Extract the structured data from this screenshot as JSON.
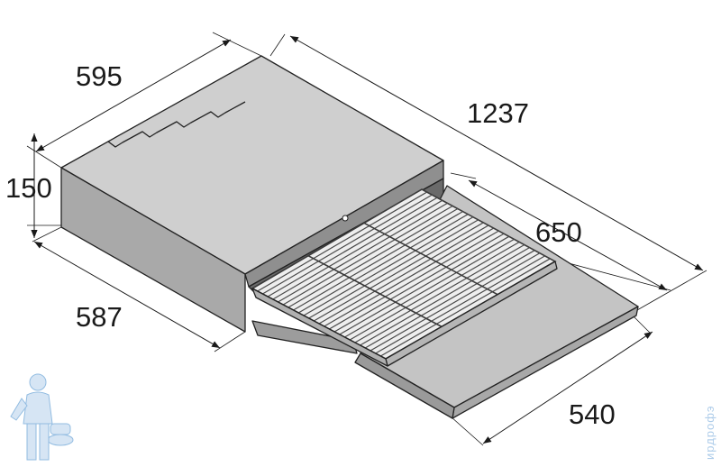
{
  "dimensions": {
    "width": "595",
    "height": "150",
    "depth": "587",
    "total_extended": "1237",
    "rack_length": "650",
    "tray_length": "540"
  },
  "watermark": {
    "brand_text": "ирдрофэ",
    "mascot": "plumber-mascot-icon"
  },
  "colors": {
    "body_top": "#cfcfcf",
    "body_front": "#a9a9a9",
    "body_side": "#8f8f8f",
    "tray": "#c4c4c4",
    "rack": "#4a4a4a",
    "watermark": "#9fc3e6"
  }
}
